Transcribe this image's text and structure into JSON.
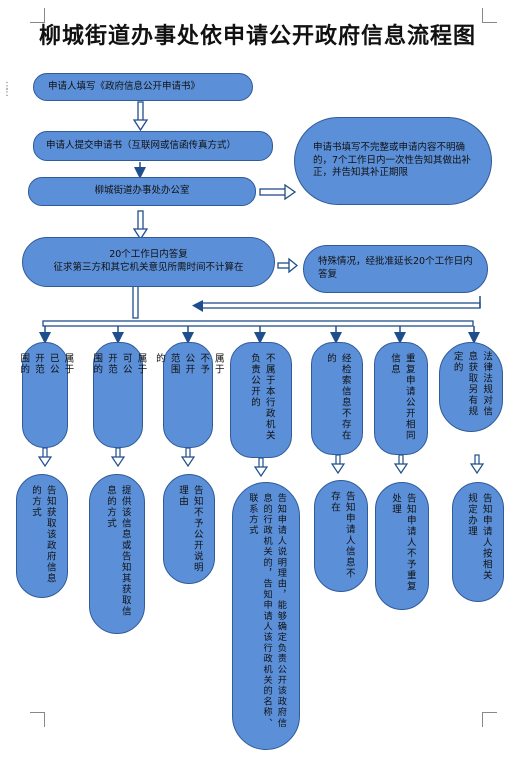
{
  "title": "柳城街道办事处依申请公开政府信息流程图",
  "boxes": {
    "fill_form": "申请人填写《政府信息公开申请书》",
    "submit": "申请人提交申请书（互联网或信函传真方式）",
    "office": "柳城街道办事处办公室",
    "incomplete": "申请书填写不完整或申请内容不明确的，7个工作日内一次性告知其做出补正，并告知其补正期限",
    "reply": "20个工作日内答复\n征求第三方和其它机关意见所需时间不计算在",
    "extend": "特殊情况，经批准延长20个工作日内答复"
  },
  "categories": [
    "属于\n已公\n开范\n围的",
    "属于\n可公\n开范\n围的",
    "属于\n不予\n公开\n范围\n的",
    "不属于本行政机关负责公开的",
    "经检索信息不存在的",
    "重复申请公开相同信息",
    "法律法规对信息获取另有规定的"
  ],
  "results": [
    "告知获取该政府信息的方式",
    "提供该信息或告知其获取信息的方式",
    "告知不予公开说明理由",
    "告知申请人说明理由，能够确定负责公开该政府信息的行政机关的，告知申请人该行政机关的名称、联系方式",
    "告知申请人信息不存在",
    "告知申请人不予重复处理",
    "告知申请人按相关规定办理"
  ]
}
